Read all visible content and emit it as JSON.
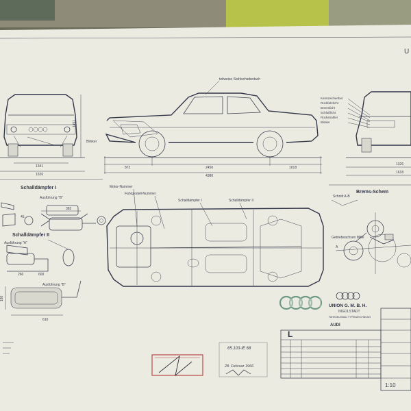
{
  "sheet": {
    "header_letter": "U",
    "colors": {
      "paper": "#ecebe2",
      "ink": "#3e4252",
      "stamp_green": "#6e9a84",
      "stamp_red": "#b84848"
    }
  },
  "side_view": {
    "callout_roof": "teilweise Stahlschiebedach",
    "callout_blinker": "Blinker",
    "dims": {
      "front_overhang": "872",
      "wheelbase": "2450",
      "rear_overhang": "1018",
      "length": "4380"
    }
  },
  "front_view": {
    "height": "1451",
    "track": "1341",
    "width": "1626"
  },
  "rear_view": {
    "labels": [
      "Kennzeichenbel.",
      "Rückfahrlicht",
      "Bremslicht",
      "Schlußlicht",
      "Rückstrahler",
      "Blinker"
    ],
    "track": "1326",
    "width": "1618"
  },
  "exhaust": {
    "title_1": "Schalldämpfer I",
    "title_2": "Schalldämpfer II",
    "variant_b_1": "Ausführung \"B\"",
    "variant_a_2": "Ausführung \"A\"",
    "variant_b_2": "Ausführung \"B\"",
    "dims": {
      "d1": "382",
      "d2": "600",
      "d3": "180",
      "d4": "610",
      "d5": "260",
      "d6": "45"
    }
  },
  "plan_view": {
    "motor_no": "Motor-Nummer",
    "chassis_no": "Fahrgestell-Nummer",
    "muffler_1": "Schalldämpfer I",
    "muffler_2": "Schalldämpfer II"
  },
  "brake": {
    "title": "Brems-Schem",
    "section": "Schnitt A-B",
    "center": "Getriebeachsen Mitte",
    "letter_a": "A"
  },
  "title_block": {
    "company": "UNION G. M. B. H.",
    "city": "INGOLSTADT",
    "subtitle": "FAHRZEUGBAU TYPENZEICHNUNG",
    "brand": "AUDI",
    "model_letter": "L",
    "scale": "1:10"
  },
  "stamps": {
    "drawing_no": "65.103-IE 68",
    "date": "28. Februar 1966"
  }
}
